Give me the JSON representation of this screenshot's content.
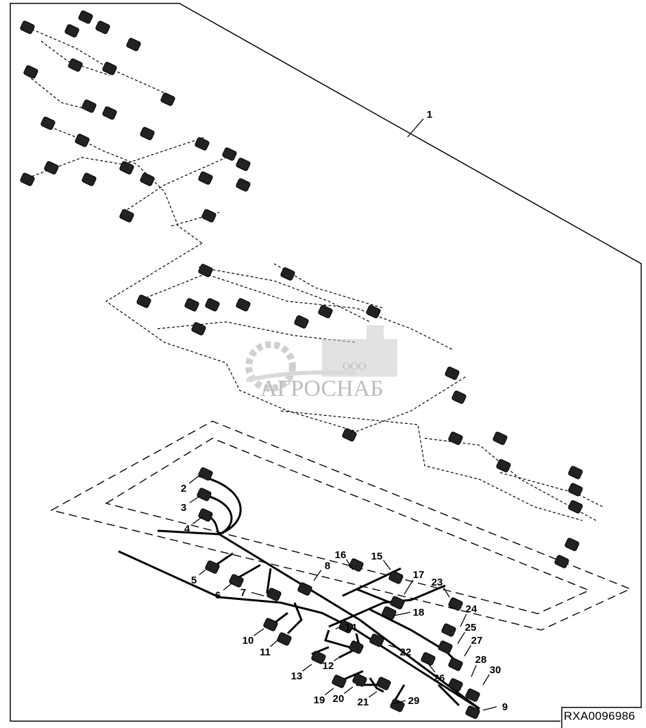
{
  "diagram": {
    "reference_code": "RXA0096986",
    "callouts": [
      "1",
      "2",
      "3",
      "4",
      "5",
      "6",
      "7",
      "8",
      "9",
      "10",
      "11",
      "12",
      "13",
      "14",
      "15",
      "16",
      "17",
      "18",
      "19",
      "20",
      "21",
      "22",
      "23",
      "24",
      "25",
      "26",
      "27",
      "28",
      "29",
      "30"
    ],
    "watermark": {
      "prefix": "ООО",
      "brand": "АГРОСНАБ"
    }
  }
}
